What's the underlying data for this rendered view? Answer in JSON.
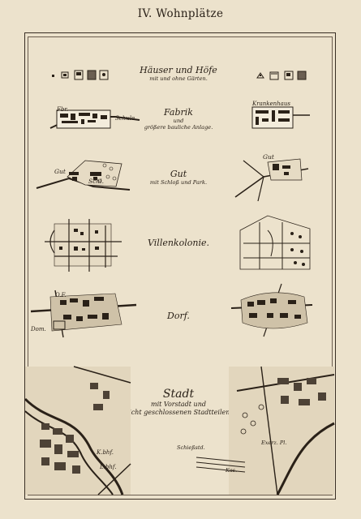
{
  "title": "IV. Wohnplätze",
  "captions": {
    "houses": {
      "main": "Häuser und Höfe",
      "sub": "mit und ohne Gärten."
    },
    "factory": {
      "main": "Fabrik",
      "sub1": "und",
      "sub2": "größere bauliche Anlage."
    },
    "estate": {
      "main": "Gut",
      "sub": "mit Schloß und Park."
    },
    "villa": {
      "main": "Villenkolonie."
    },
    "village": {
      "main": "Dorf."
    },
    "city": {
      "main": "Stadt",
      "sub1": "mit Vorstadt und",
      "sub2": "nicht geschlossenen Stadtteilen."
    }
  },
  "map_labels": {
    "fbr": "Fbr.",
    "schule": "Schule",
    "krankenhaus": "Krankenhaus",
    "gut_left": "Gut",
    "schl": "Schl.",
    "gut_right": "Gut",
    "of": "O.F.",
    "dom": "Dom.",
    "schiessst": "Schießstd.",
    "exerz": "Exerz. Pl.",
    "kas": "Kas.",
    "kbhf": "K.bhf.",
    "lbhf": "L.bhf."
  }
}
